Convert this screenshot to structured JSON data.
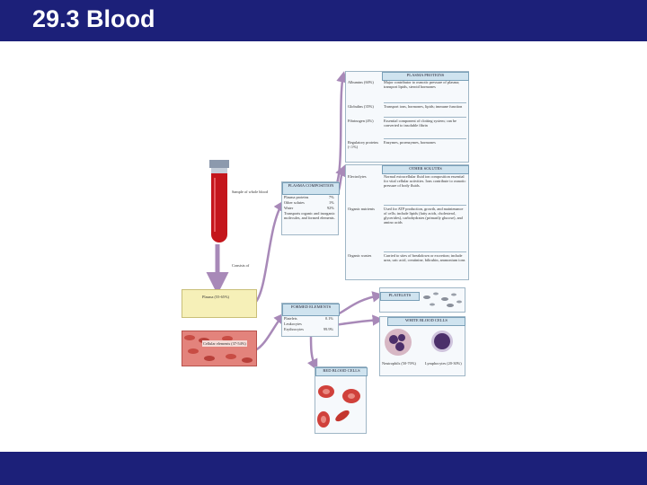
{
  "slide": {
    "title": "29.3 Blood"
  },
  "tube": {
    "sample_label": "Sample of whole blood",
    "consists_label": "Consists of",
    "plasma_label": "Plasma (55-65%)",
    "cellular_label": "Cellular elements (37-54%)"
  },
  "plasma_composition": {
    "header": "PLASMA COMPOSITION",
    "rows": [
      {
        "label": "Plasma proteins",
        "value": "7%"
      },
      {
        "label": "Other solutes",
        "value": "1%"
      },
      {
        "label": "Water",
        "value": "92%"
      }
    ],
    "note": "Transports organic and inorganic molecules, and formed elements."
  },
  "plasma_proteins": {
    "header": "PLASMA PROTEINS",
    "rows": [
      {
        "name": "Albumins (60%)",
        "desc": "Major contributor to osmotic pressure of plasma; transport lipids, steroid hormones"
      },
      {
        "name": "Globulins (35%)",
        "desc": "Transport ions, hormones, lipids; immune function"
      },
      {
        "name": "Fibrinogen (4%)",
        "desc": "Essential component of clotting system; can be converted to insoluble fibrin"
      },
      {
        "name": "Regulatory proteins (<1%)",
        "desc": "Enzymes, proenzymes, hormones"
      }
    ]
  },
  "other_solutes": {
    "header": "OTHER SOLUTES",
    "rows": [
      {
        "name": "Electrolytes",
        "desc": "Normal extracellular fluid ion composition essential for vital cellular activities. Ions contribute to osmotic pressure of body fluids."
      },
      {
        "name": "Organic nutrients",
        "desc": "Used for ATP production, growth, and maintenance of cells; include lipids (fatty acids, cholesterol, glycerides), carbohydrates (primarily glucose), and amino acids"
      },
      {
        "name": "Organic wastes",
        "desc": "Carried to sites of breakdown or excretion; include urea, uric acid, creatinine, bilirubin, ammonium ions"
      }
    ]
  },
  "formed_elements": {
    "header": "FORMED ELEMENTS",
    "rows": [
      {
        "label": "Platelets",
        "value": "0.1%"
      },
      {
        "label": "Leukocytes",
        "value": ""
      },
      {
        "label": "Erythrocytes",
        "value": "99.9%"
      }
    ]
  },
  "platelets": {
    "header": "PLATELETS"
  },
  "white_blood_cells": {
    "header": "WHITE BLOOD CELLS",
    "neutrophils": "Neutrophils (50-70%)",
    "lymphocytes": "Lymphocytes (20-30%)"
  },
  "red_blood_cells": {
    "header": "RED BLOOD CELLS"
  },
  "colors": {
    "brand": "#1c2079",
    "blood": "#c4161c",
    "header_fill": "#cfe3ef",
    "arrow": "#a889b8"
  }
}
